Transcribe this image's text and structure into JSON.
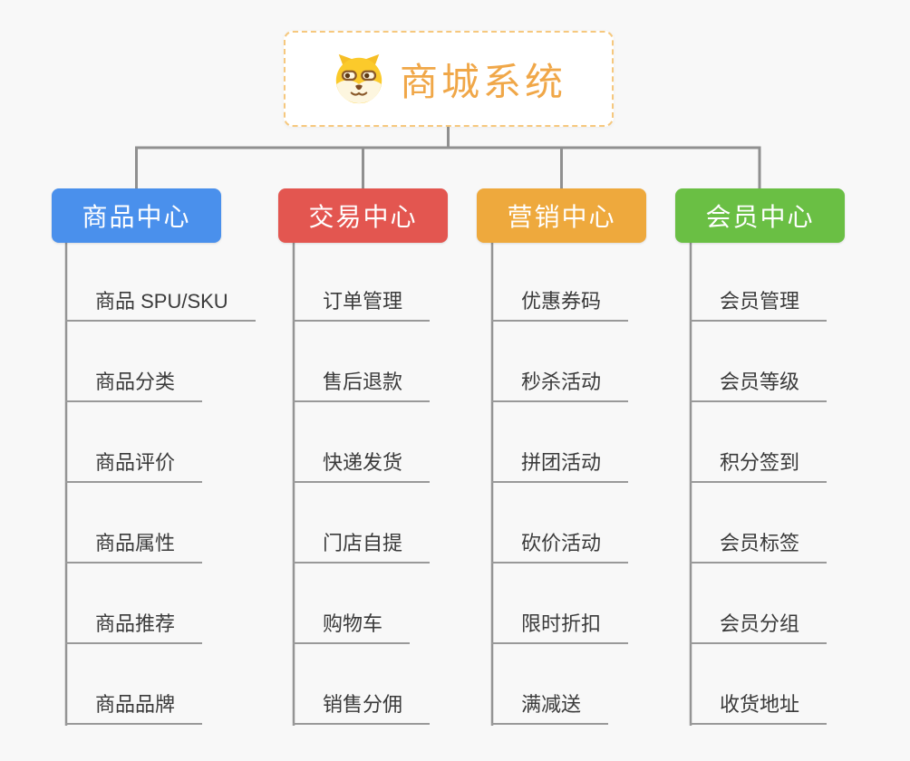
{
  "root": {
    "title": "商城系统",
    "icon": "shiba-dog-icon"
  },
  "branches": [
    {
      "id": "product-center",
      "label": "商品中心",
      "color": "#4A90EC",
      "items": [
        "商品 SPU/SKU",
        "商品分类",
        "商品评价",
        "商品属性",
        "商品推荐",
        "商品品牌"
      ]
    },
    {
      "id": "trade-center",
      "label": "交易中心",
      "color": "#E35650",
      "items": [
        "订单管理",
        "售后退款",
        "快递发货",
        "门店自提",
        "购物车",
        "销售分佣"
      ]
    },
    {
      "id": "marketing-center",
      "label": "营销中心",
      "color": "#EEA93D",
      "items": [
        "优惠券码",
        "秒杀活动",
        "拼团活动",
        "砍价活动",
        "限时折扣",
        "满减送"
      ]
    },
    {
      "id": "member-center",
      "label": "会员中心",
      "color": "#6ABF44",
      "items": [
        "会员管理",
        "会员等级",
        "积分签到",
        "会员标签",
        "会员分组",
        "收货地址"
      ]
    }
  ],
  "palette": {
    "background": "#F8F8F8",
    "root_text": "#F0A748",
    "root_border": "#F6C87E",
    "header_text": "#FFFFFF",
    "connector": "#909090",
    "underline": "#999999",
    "leaf_text": "#3A3A3A"
  }
}
